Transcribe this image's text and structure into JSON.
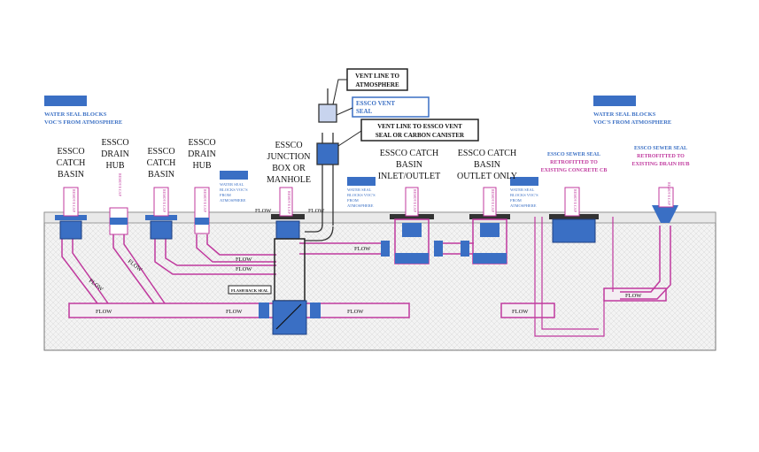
{
  "colors": {
    "accent_blue": "#3a6fc4",
    "pipe_magenta": "#c0399e",
    "outline": "#333333",
    "ground": "#f2f2f2"
  },
  "notes": {
    "water_seal_left": [
      "WATER SEAL BLOCKS",
      "VOC'S FROM ATMOSPHERE"
    ],
    "water_seal_right": [
      "WATER SEAL BLOCKS",
      "VOC'S FROM ATMOSPHERE"
    ],
    "water_seal_small_1": [
      "WATER SEAL",
      "BLOCKS VOC'S",
      "FROM",
      "ATMOSPHERE"
    ],
    "water_seal_small_2": [
      "WATER SEAL",
      "BLOCKS VOC'S",
      "FROM",
      "ATMOSPHERE"
    ],
    "water_seal_small_3": [
      "WATER SEAL",
      "BLOCKS VOC'S",
      "FROM",
      "ATMOSPHERE"
    ],
    "sewer_seal_cb": [
      "ESSCO SEWER SEAL",
      "RETROFITTED TO",
      "EXISTING CONCRETE CB"
    ],
    "sewer_seal_hub": [
      "ESSCO SEWER SEAL",
      "RETROFITTED TO",
      "EXISTING DRAIN HUB"
    ]
  },
  "callouts": {
    "vent_line_atm": [
      "VENT LINE TO",
      "ATMOSPHERE"
    ],
    "essco_vent_seal": [
      "ESSCO VENT",
      "SEAL"
    ],
    "vent_line_canister": [
      "VENT LINE TO ESSCO VENT",
      "SEAL OR CARBON CANISTER"
    ],
    "flash_back_seal": "FLASH BACK SEAL"
  },
  "components": {
    "catch_basin_1": [
      "ESSCO",
      "CATCH",
      "BASIN"
    ],
    "drain_hub_1": [
      "ESSCO",
      "DRAIN",
      "HUB"
    ],
    "catch_basin_2": [
      "ESSCO",
      "CATCH",
      "BASIN"
    ],
    "drain_hub_2": [
      "ESSCO",
      "DRAIN",
      "HUB"
    ],
    "junction_box": [
      "ESSCO",
      "JUNCTION",
      "BOX OR",
      "MANHOLE"
    ],
    "inlet_outlet": [
      "ESSCO CATCH",
      "BASIN",
      "INLET/OUTLET"
    ],
    "outlet_only": [
      "ESSCO CATCH",
      "BASIN",
      "OUTLET ONLY"
    ]
  },
  "cap_label": "REMOVE CAP",
  "flow_label": "FLOW"
}
